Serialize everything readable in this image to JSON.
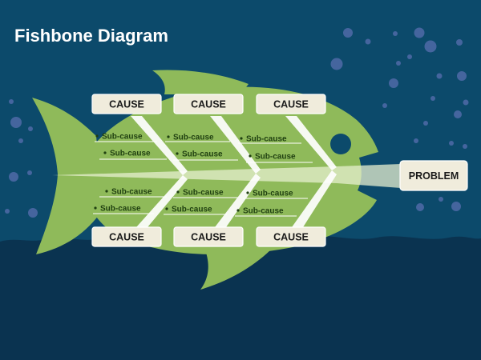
{
  "title": "Fishbone Diagram",
  "colors": {
    "background": "#0c4a6b",
    "water": "#0a3350",
    "fish": "#8fba5a",
    "box": "#f0ecdc",
    "text_dark": "#1f3f10"
  },
  "problem": "PROBLEM",
  "causes_top": [
    "CAUSE",
    "CAUSE",
    "CAUSE"
  ],
  "causes_bottom": [
    "CAUSE",
    "CAUSE",
    "CAUSE"
  ],
  "subcauses": {
    "top_left": [
      "Sub-cause",
      "Sub-cause"
    ],
    "top_mid": [
      "Sub-cause",
      "Sub-cause"
    ],
    "top_right": [
      "Sub-cause",
      "Sub-cause"
    ],
    "bottom_left": [
      "Sub-cause",
      "Sub-cause"
    ],
    "bottom_mid": [
      "Sub-cause",
      "Sub-cause"
    ],
    "bottom_right": [
      "Sub-cause",
      "Sub-cause"
    ]
  }
}
